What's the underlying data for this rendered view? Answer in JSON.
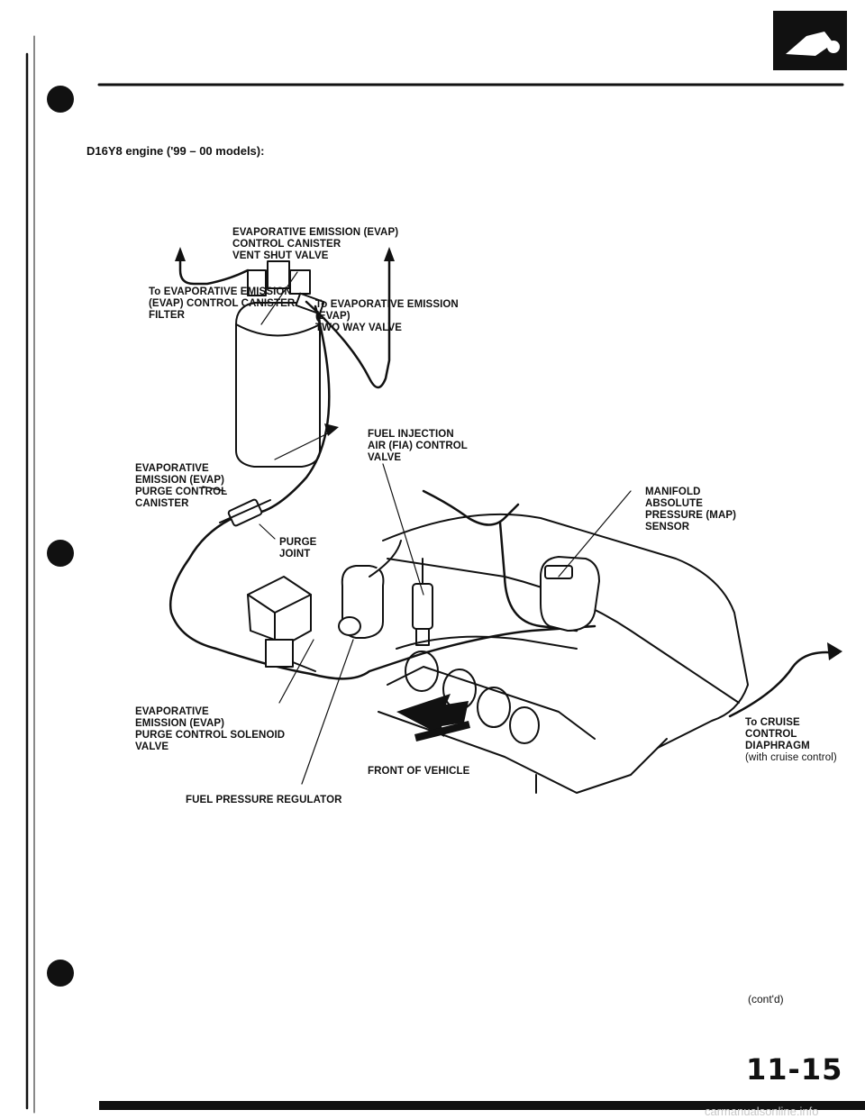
{
  "heading": "D16Y8 engine ('99 – 00 models):",
  "labels": {
    "vent_shut_valve": [
      "EVAPORATIVE EMISSION (EVAP)",
      "CONTROL CANISTER",
      "VENT SHUT VALVE"
    ],
    "canister_filter": [
      "To EVAPORATIVE EMISSION",
      "(EVAP) CONTROL CANISTER",
      "FILTER"
    ],
    "two_way_valve": [
      "To EVAPORATIVE EMISSION",
      "(EVAP)",
      "TWO WAY VALVE"
    ],
    "fia_valve": [
      "FUEL INJECTION",
      "AIR (FIA) CONTROL",
      "VALVE"
    ],
    "purge_canister": [
      "EVAPORATIVE",
      "EMISSION (EVAP)",
      "PURGE CONTROL",
      "CANISTER"
    ],
    "map_sensor": [
      "MANIFOLD",
      "ABSOLUTE",
      "PRESSURE (MAP)",
      "SENSOR"
    ],
    "purge_joint": [
      "PURGE",
      "JOINT"
    ],
    "purge_solenoid": [
      "EVAPORATIVE",
      "EMISSION (EVAP)",
      "PURGE CONTROL SOLENOID",
      "VALVE"
    ],
    "cruise_diaphragm": [
      "To CRUISE",
      "CONTROL",
      "DIAPHRAGM",
      "(with cruise control)"
    ],
    "front_of_vehicle": "FRONT OF VEHICLE",
    "fuel_pressure_regulator": "FUEL PRESSURE REGULATOR"
  },
  "contd": "(cont'd)",
  "page_number": "11-15",
  "watermark": "carmanualsonline.info"
}
